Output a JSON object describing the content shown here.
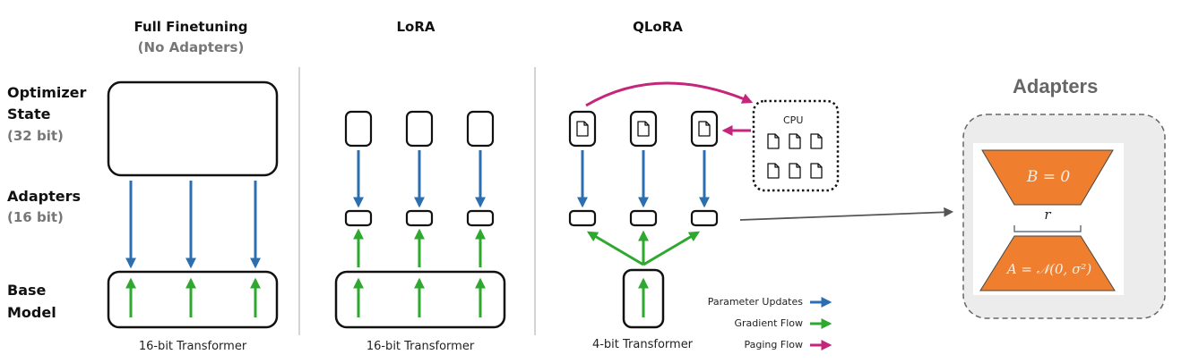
{
  "columns": [
    {
      "title": "Full Finetuning",
      "subtitle": "(No Adapters)",
      "footer": "16-bit Transformer"
    },
    {
      "title": "LoRA",
      "footer": "16-bit Transformer"
    },
    {
      "title": "QLoRA",
      "footer": "4-bit Transformer"
    }
  ],
  "rows": {
    "optimizer": {
      "line1": "Optimizer",
      "line2": "State",
      "bits": "(32 bit)"
    },
    "adapters": {
      "label": "Adapters",
      "bits": "(16 bit)"
    },
    "base": {
      "line1": "Base",
      "line2": "Model"
    }
  },
  "cpu": {
    "label": "CPU"
  },
  "legend": [
    {
      "label": "Parameter Updates",
      "color": "#2c6fb0"
    },
    {
      "label": "Gradient Flow",
      "color": "#2ea82e"
    },
    {
      "label": "Paging Flow",
      "color": "#c3267a"
    }
  ],
  "adapter_panel": {
    "title": "Adapters",
    "top_formula": "B = 0",
    "rank_label": "r",
    "bottom_formula": "A = 𝒩(0, σ²)",
    "fill_color": "#ef7f2e"
  }
}
